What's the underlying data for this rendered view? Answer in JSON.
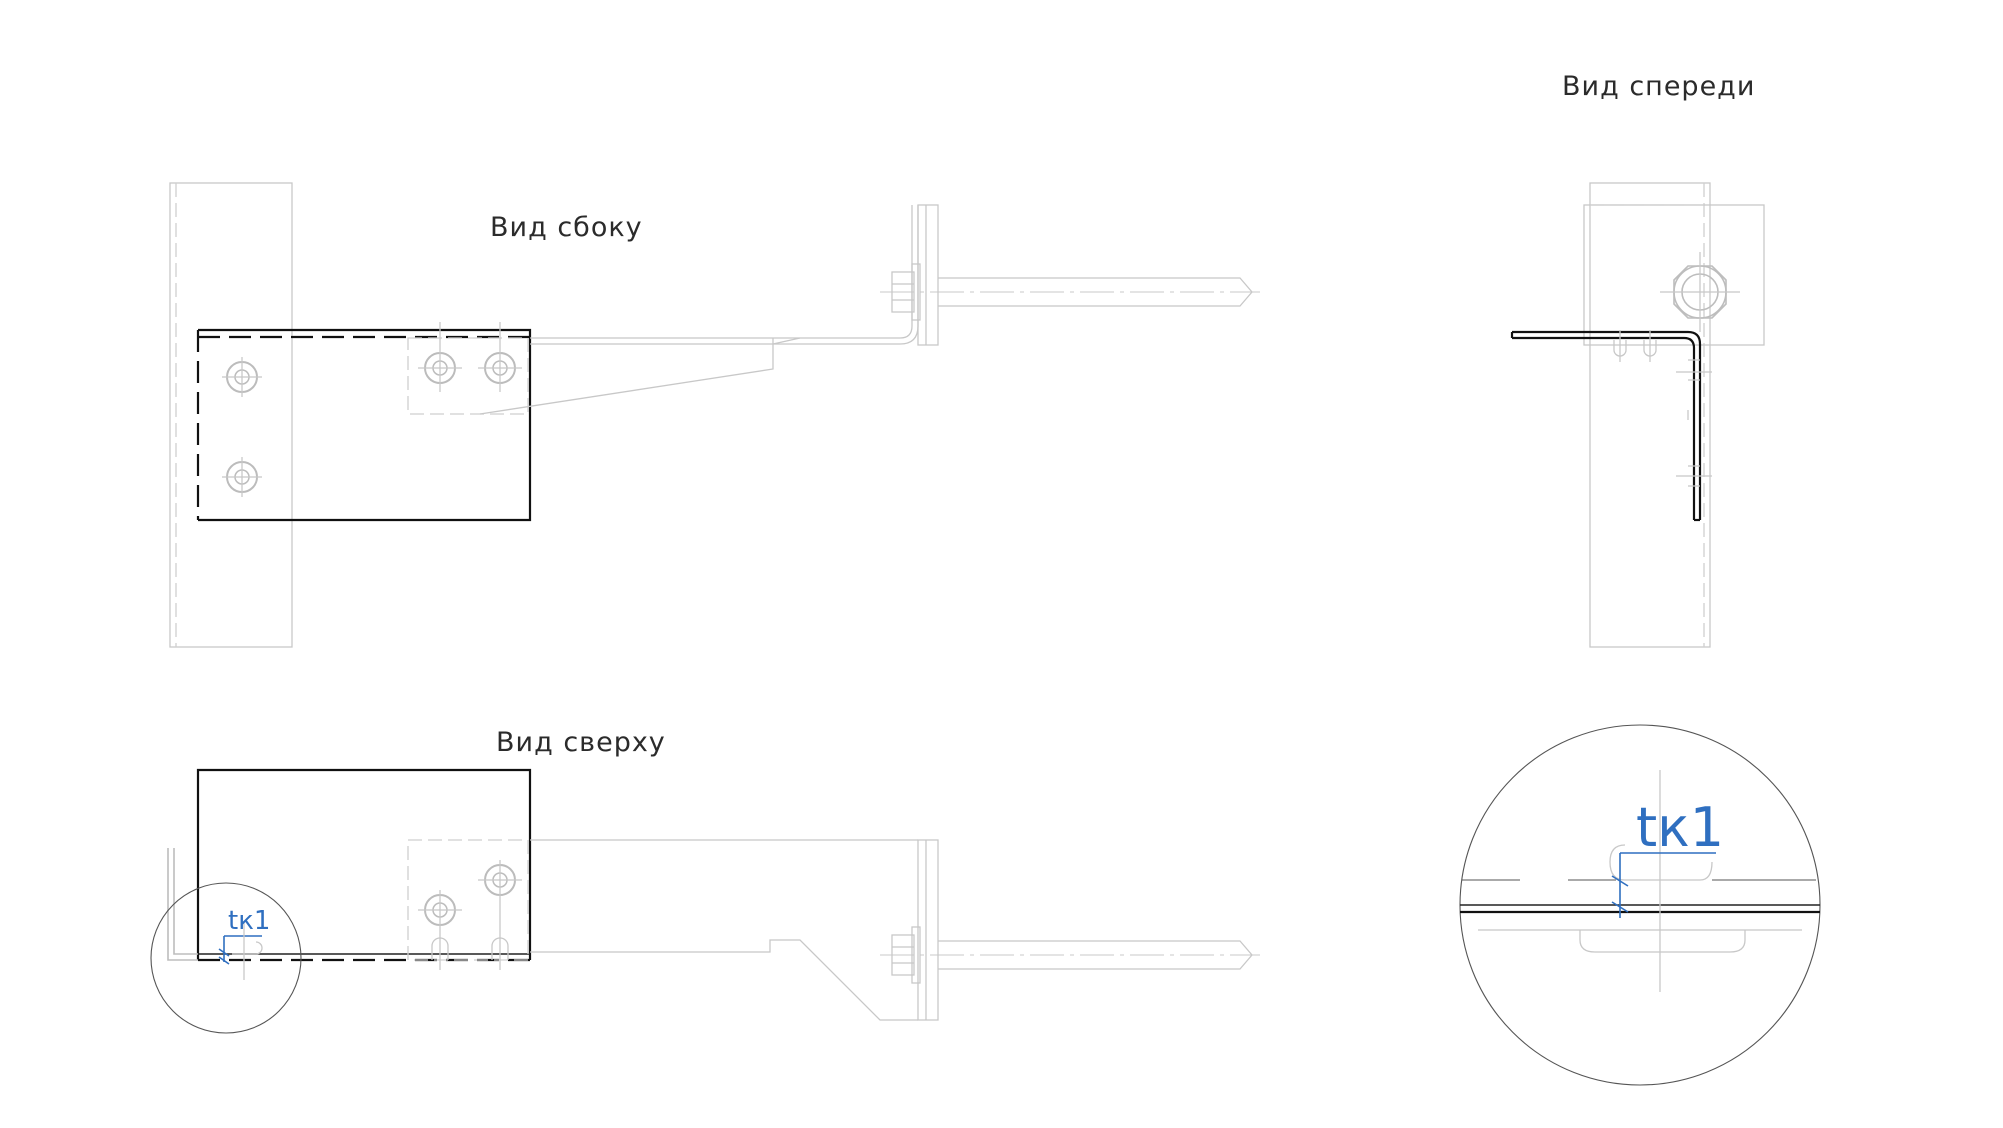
{
  "views": {
    "side_label": "Вид сбоку",
    "front_label": "Вид спереди",
    "top_label": "Вид сверху"
  },
  "callout": {
    "small_label": "tк1",
    "large_label": "tк1"
  },
  "colors": {
    "annotation": "#2f6fc0",
    "contour": "#111111",
    "hidden": "#cfcfcf"
  }
}
